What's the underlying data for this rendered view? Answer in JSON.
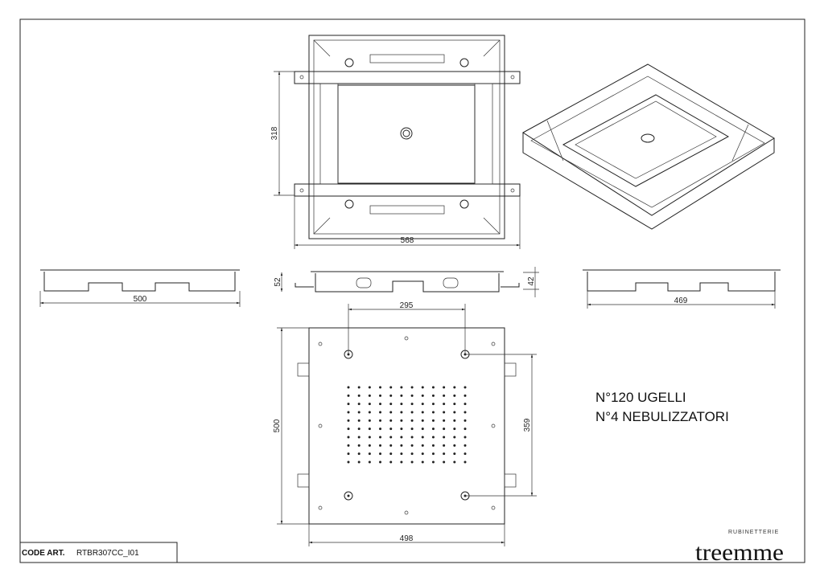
{
  "dimensions": {
    "top_height": "318",
    "top_width": "568",
    "side_left_width": "500",
    "side_mid_height_outer": "52",
    "side_mid_height_inner": "42",
    "side_mid_span": "295",
    "side_right_width": "469",
    "bottom_height": "500",
    "bottom_nebulizer_span": "359",
    "bottom_width": "498"
  },
  "notes": {
    "nozzles": "N°120 UGELLI",
    "nebulizers": "N°4 NEBULIZZATORI"
  },
  "nozzle_grid": {
    "columns": 12,
    "rows": 10
  },
  "title_block": {
    "code_label": "CODE ART.",
    "code_value": "RTBR307CC_I01"
  },
  "brand": {
    "name": "treemme",
    "subtitle": "RUBINETTERIE"
  }
}
